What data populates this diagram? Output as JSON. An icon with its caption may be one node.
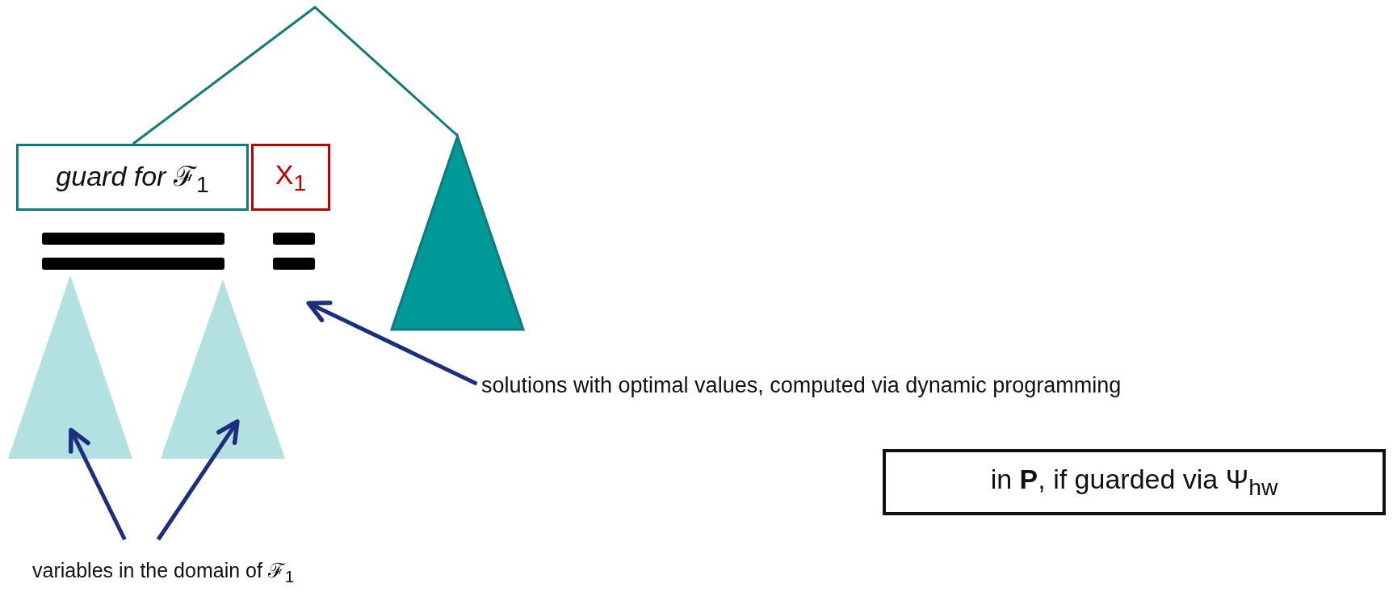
{
  "diagram": {
    "nodes": [
      {
        "text": [
          "*guard for* ℱ$_{1}$"
        ]
      },
      {
        "text": [
          "X$_{1}$"
        ]
      },
      {
        "text": [],
        "shape": "triangle"
      },
      {
        "text": [],
        "shape": "triangle"
      },
      {
        "text": [],
        "shape": "triangle"
      },
      {
        "text": [],
        "shape": "bar"
      },
      {
        "text": [],
        "shape": "bar"
      },
      {
        "text": [
          "solutions with optimal values, computed via dynamic programming"
        ]
      },
      {
        "text": [
          "variables in the domain of ℱ$_{1}$"
        ]
      },
      {
        "text": [
          "in **P**, if guarded via Ψ$_{hw}$"
        ]
      }
    ],
    "edges": [
      {
        "from": 0,
        "to": 2,
        "arrow": "none",
        "color": "#117a7a"
      },
      {
        "from": 7,
        "to": 6,
        "arrow": "to"
      },
      {
        "from": 8,
        "to": 3,
        "arrow": "to"
      },
      {
        "from": 8,
        "to": 4,
        "arrow": "to"
      }
    ]
  }
}
